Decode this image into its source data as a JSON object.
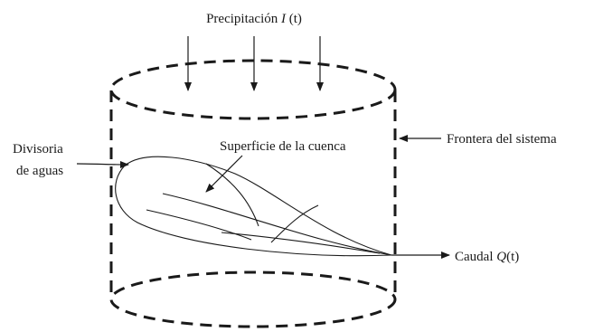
{
  "labels": {
    "precipitation": {
      "text": "Precipitación ",
      "symbol": "I",
      "arg": " (t)"
    },
    "surface": "Superficie de la cuenca",
    "system_boundary": "Frontera del sistema",
    "watershed_divide_line1": "Divisoria",
    "watershed_divide_line2": "de aguas",
    "discharge": {
      "text": "Caudal ",
      "symbol": "Q",
      "arg": "(t)"
    }
  },
  "colors": {
    "ink": "#1a1a1a",
    "background": "#ffffff"
  }
}
